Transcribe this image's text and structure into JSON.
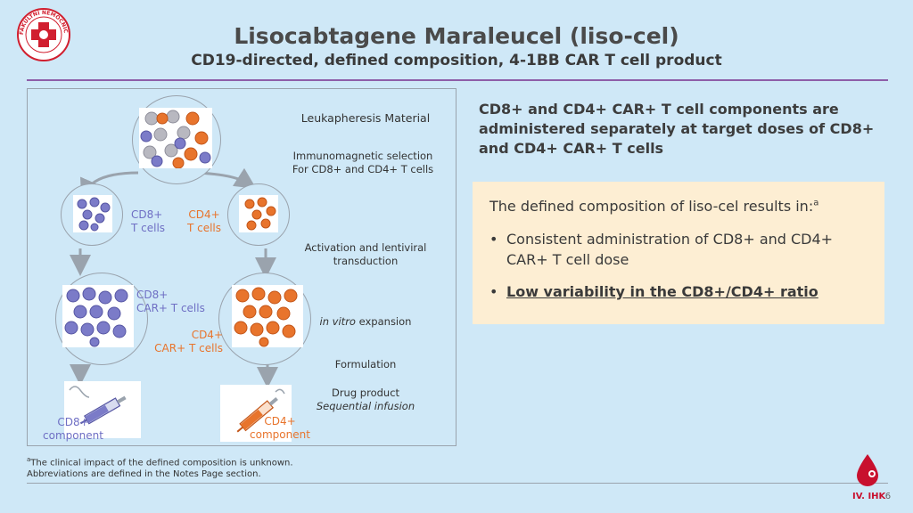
{
  "header": {
    "title": "Lisocabtagene Maraleucel (liso-cel)",
    "subtitle": "CD19-directed, defined composition, 4-1BB CAR T cell product"
  },
  "logo": {
    "text": "FAKULTNÍ NEMOCNICE HRADEC KRÁLOVÉ",
    "icon": "hospital-cross-logo"
  },
  "diagram": {
    "steps": {
      "leukapheresis": "Leukapheresis Material",
      "selection_line1": "Immunomagnetic selection",
      "selection_line2": "For CD8+ and CD4+ T cells",
      "activation_line1": "Activation and lentiviral",
      "activation_line2": "transduction",
      "expansion_italic": "in vitro",
      "expansion_rest": " expansion",
      "formulation": "Formulation",
      "drug_line1": "Drug product",
      "drug_line2": "Sequential infusion"
    },
    "labels": {
      "cd8_tcells_l1": "CD8+",
      "cd8_tcells_l2": "T cells",
      "cd4_tcells_l1": "CD4+",
      "cd4_tcells_l2": "T cells",
      "cd8_car_l1": "CD8+",
      "cd8_car_l2": "CAR+ T cells",
      "cd4_car_l1": "CD4+",
      "cd4_car_l2": "CAR+ T cells",
      "cd8_comp_l1": "CD8+",
      "cd8_comp_l2": "component",
      "cd4_comp_l1": "CD4+",
      "cd4_comp_l2": "component"
    },
    "colors": {
      "cd8": "#7b7bc8",
      "cd4": "#e8742c",
      "mixed_gray": "#b8b8c0"
    }
  },
  "right": {
    "statement": "CD8+ and CD4+ CAR+ T cell components are administered separately at target doses of CD8+ and CD4+ CAR+ T cells",
    "box_heading": "The defined composition of liso-cel results in:",
    "box_heading_sup": "a",
    "bullets": [
      "Consistent administration of CD8+ and CD4+ CAR+ T cell dose",
      "Low variability in the CD8+/CD4+ ratio"
    ]
  },
  "footnotes": {
    "sup": "a",
    "line1": "The clinical impact of the defined composition is unknown.",
    "line2": "Abbreviations are defined in the Notes Page section."
  },
  "footer": {
    "brand": "IV. IHK",
    "page": "6"
  }
}
